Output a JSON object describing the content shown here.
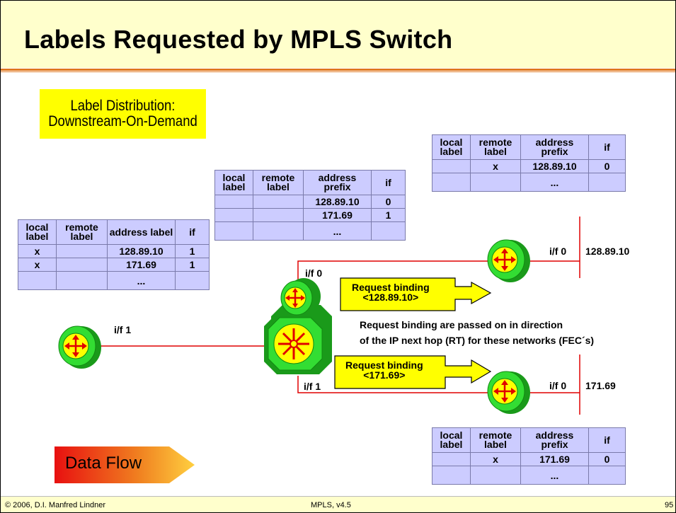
{
  "title": "Labels Requested by MPLS Switch",
  "subtitle_box": {
    "line1": "Label Distribution:",
    "line2": "Downstream-On-Demand"
  },
  "tables": {
    "left": {
      "headers": [
        "local label",
        "remote label",
        "address label",
        "if"
      ],
      "rows": [
        [
          "x",
          "",
          "128.89.10",
          "1"
        ],
        [
          "x",
          "",
          "171.69",
          "1"
        ],
        [
          "",
          "",
          "...",
          ""
        ]
      ]
    },
    "center": {
      "headers": [
        "local label",
        "remote label",
        "address prefix",
        "if"
      ],
      "rows": [
        [
          "",
          "",
          "128.89.10",
          "0"
        ],
        [
          "",
          "",
          "171.69",
          "1"
        ],
        [
          "",
          "",
          "...",
          ""
        ]
      ]
    },
    "top_right": {
      "headers": [
        "local label",
        "remote label",
        "address prefix",
        "if"
      ],
      "rows": [
        [
          "",
          "x",
          "128.89.10",
          "0"
        ],
        [
          "",
          "",
          "...",
          ""
        ]
      ]
    },
    "bottom_right": {
      "headers": [
        "local label",
        "remote label",
        "address prefix",
        "if"
      ],
      "rows": [
        [
          "",
          "x",
          "171.69",
          "0"
        ],
        [
          "",
          "",
          "...",
          ""
        ]
      ]
    }
  },
  "interfaces": {
    "left_if1": "i/f 1",
    "center_if0": "i/f 0",
    "center_if1": "i/f 1",
    "top_if0": "i/f 0",
    "bottom_if0": "i/f 0"
  },
  "networks": {
    "top": "128.89.10",
    "bottom": "171.69"
  },
  "requests": {
    "top": {
      "line1": "Request binding",
      "line2": "<128.89.10>"
    },
    "bottom": {
      "line1": "Request binding",
      "line2": "<171.69>"
    }
  },
  "note": {
    "line1": "Request binding are passed on in direction",
    "line2": "of the IP next hop  (RT) for these networks (FEC´s)"
  },
  "data_flow": "Data Flow",
  "footer": {
    "copyright": "© 2006, D.I. Manfred Lindner",
    "course": "MPLS, v4.5",
    "page": "95"
  },
  "colors": {
    "title_bg": "#ffffcc",
    "accent": "#e07820",
    "table_bg": "#ccccff",
    "highlight": "#ffff00",
    "router_green": "#22c422",
    "link": "#e00000"
  }
}
